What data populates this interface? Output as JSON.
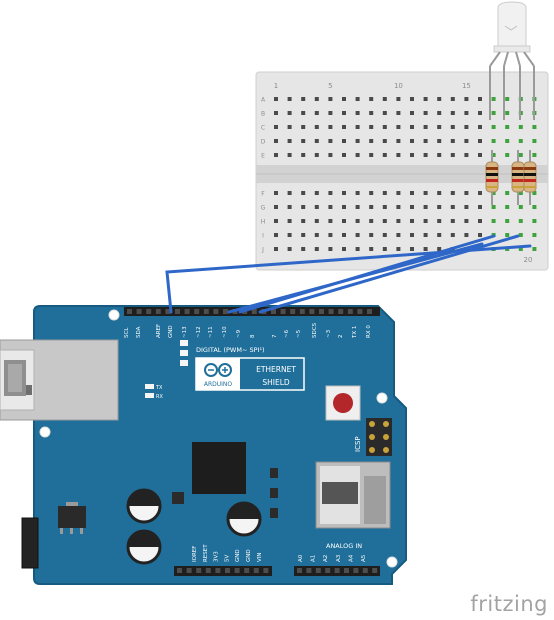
{
  "breadboard": {
    "column_numbers": [
      "1",
      "5",
      "10",
      "15",
      "20"
    ],
    "top_row_letters": [
      "A",
      "B",
      "C",
      "D",
      "E"
    ],
    "bottom_row_letters": [
      "F",
      "G",
      "H",
      "I",
      "J"
    ]
  },
  "arduino": {
    "top_header_labels": [
      "SCL",
      "SDA",
      "AREF",
      "GND",
      "~13",
      "~12",
      "~11",
      "~10",
      "~9",
      "8",
      "7",
      "~6",
      "~5",
      "SDCS",
      "~3",
      "2",
      "TX 1",
      "RX 0"
    ],
    "digital_label": "DIGITAL (PWM~ SPI¹)",
    "logo_text": "ARDUINO",
    "shield_title_line1": "ETHERNET",
    "shield_title_line2": "SHIELD",
    "led_labels": [
      "TX",
      "RX"
    ],
    "icsp_label": "ICSP",
    "analog_label": "ANALOG IN",
    "power_header_labels": [
      "IOREF",
      "RESET",
      "3V3",
      "5V",
      "GND",
      "GND",
      "VIN"
    ],
    "analog_header_labels": [
      "A0",
      "A1",
      "A2",
      "A3",
      "A4",
      "A5"
    ]
  },
  "colors": {
    "board": "#1f6f9a",
    "board_edge": "#175a80",
    "wire": "#2f67c9",
    "breadboard": "#e6e6e6",
    "hole": "#4a4a4a",
    "hole_active": "#3ea33e",
    "reset_button": "#b3262a"
  },
  "watermark": "fritzing"
}
